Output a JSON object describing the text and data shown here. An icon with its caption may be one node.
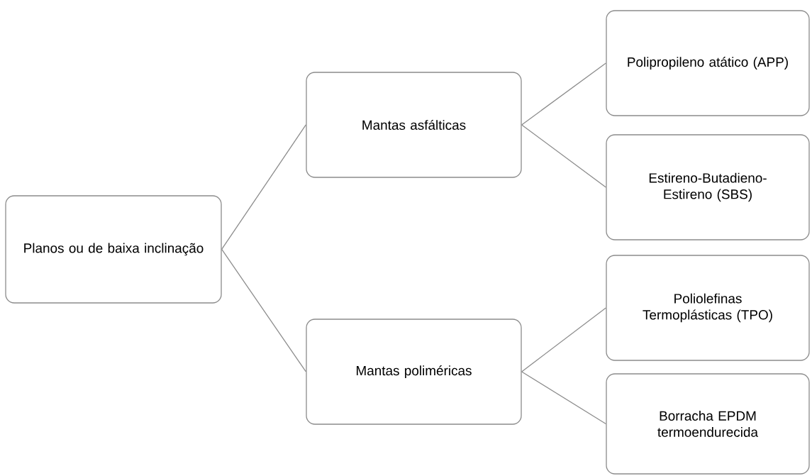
{
  "diagram": {
    "nodes": [
      {
        "text": [
          "Planos ou de baixa inclinação"
        ]
      },
      {
        "text": [
          "Mantas asfálticas"
        ]
      },
      {
        "text": [
          "Polipropileno atático (APP)"
        ]
      },
      {
        "text": [
          "Estireno-Butadieno-Estireno (SBS)"
        ]
      },
      {
        "text": [
          "Mantas poliméricas"
        ]
      },
      {
        "text": [
          "Poliolefinas Termoplásticas (TPO)"
        ]
      },
      {
        "text": [
          "Borracha EPDM termoendurecida"
        ]
      }
    ],
    "edges": [
      {
        "from": 0,
        "to": 1,
        "arrow": "none"
      },
      {
        "from": 0,
        "to": 4,
        "arrow": "none"
      },
      {
        "from": 1,
        "to": 2,
        "arrow": "none"
      },
      {
        "from": 1,
        "to": 3,
        "arrow": "none"
      },
      {
        "from": 4,
        "to": 5,
        "arrow": "none"
      },
      {
        "from": 4,
        "to": 6,
        "arrow": "none"
      }
    ]
  }
}
